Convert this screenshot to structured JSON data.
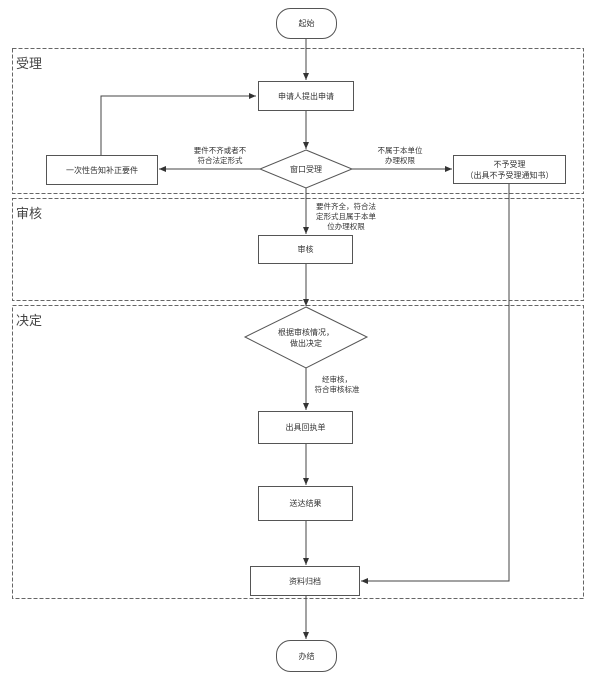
{
  "lanes": [
    {
      "label": "受理"
    },
    {
      "label": "审核"
    },
    {
      "label": "决定"
    }
  ],
  "nodes": {
    "start": "起始",
    "apply": "申请人提出申请",
    "window": "窗口受理",
    "notify": "一次性告知补正要件",
    "reject_line1": "不予受理",
    "reject_line2": "（出具不予受理通知书）",
    "review": "审核",
    "decide_line1": "根据审核情况，",
    "decide_line2": "做出决定",
    "receipt": "出具回执单",
    "deliver": "送达结果",
    "archive": "资料归档",
    "end": "办结"
  },
  "edge_labels": {
    "incomplete_line1": "要件不齐或者不",
    "incomplete_line2": "符合法定形式",
    "out_of_scope_line1": "不属于本单位",
    "out_of_scope_line2": "办理权限",
    "complete_line1": "要件齐全，符合法",
    "complete_line2": "定形式且属于本单",
    "complete_line3": "位办理权限",
    "approved_line1": "经审核，",
    "approved_line2": "符合审核标准"
  }
}
